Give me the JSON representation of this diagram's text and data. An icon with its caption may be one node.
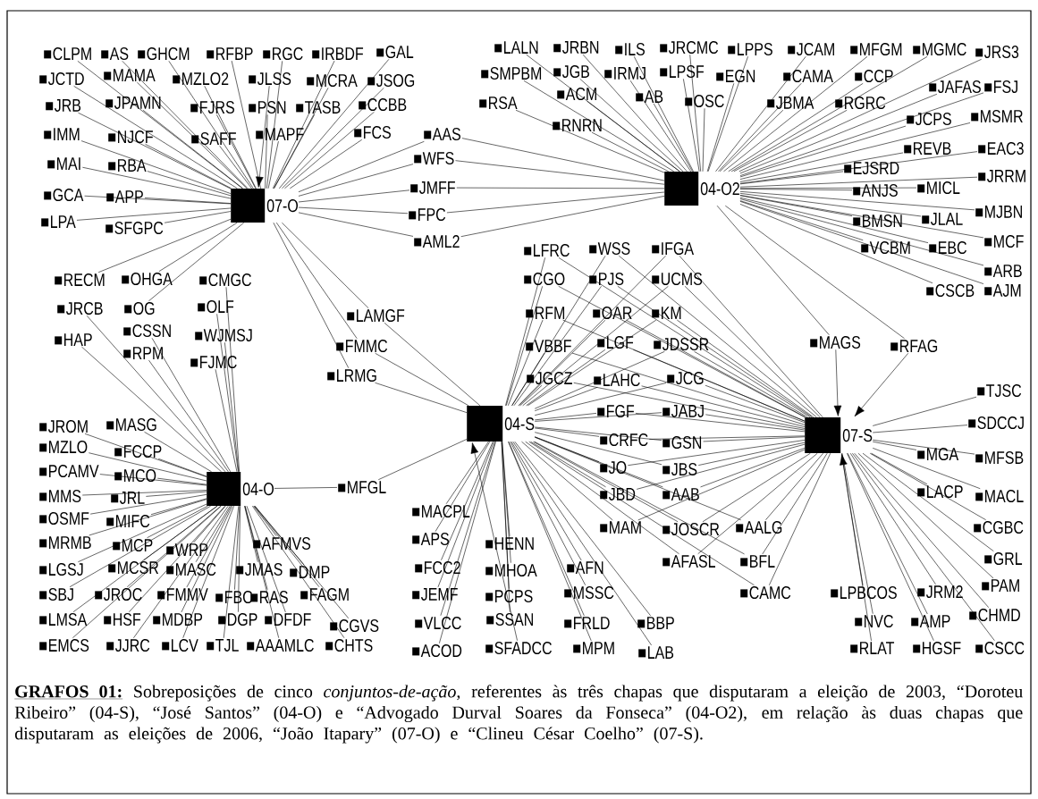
{
  "diagram": {
    "title": "GRAFOS 01:",
    "caption": "Sobreposições de cinco *conjuntos-de-ação*, referentes às três chapas que disputaram a eleição de 2003, “Doroteu Ribeiro” (04-S), “José Santos” (04-O) e “Advogado Durval Soares da Fonseca” (04-O2), em relação às duas chapas que disputaram as eleições de 2006, “João Itapary” (07-O) e “Clineu César Coelho” (07-S).",
    "nodes": [
      {
        "text": [
          "07-O"
        ]
      },
      {
        "text": [
          "04-O2"
        ]
      },
      {
        "text": [
          "04-S"
        ]
      },
      {
        "text": [
          "07-S"
        ]
      },
      {
        "text": [
          "04-O"
        ]
      },
      {
        "text": [
          "CLPM"
        ]
      },
      {
        "text": [
          "AS"
        ]
      },
      {
        "text": [
          "GHCM"
        ]
      },
      {
        "text": [
          "RFBP"
        ]
      },
      {
        "text": [
          "RGC"
        ]
      },
      {
        "text": [
          "IRBDF"
        ]
      },
      {
        "text": [
          "GAL"
        ]
      },
      {
        "text": [
          "JCTD"
        ]
      },
      {
        "text": [
          "MAMA"
        ]
      },
      {
        "text": [
          "MZLO2"
        ]
      },
      {
        "text": [
          "JLSS"
        ]
      },
      {
        "text": [
          "MCRA"
        ]
      },
      {
        "text": [
          "JSOG"
        ]
      },
      {
        "text": [
          "JRB"
        ]
      },
      {
        "text": [
          "JPAMN"
        ]
      },
      {
        "text": [
          "FJRS"
        ]
      },
      {
        "text": [
          "PSN"
        ]
      },
      {
        "text": [
          "TASB"
        ]
      },
      {
        "text": [
          "CCBB"
        ]
      },
      {
        "text": [
          "IMM"
        ]
      },
      {
        "text": [
          "NJCF"
        ]
      },
      {
        "text": [
          "SAFF"
        ]
      },
      {
        "text": [
          "MAPF"
        ]
      },
      {
        "text": [
          "FCS"
        ]
      },
      {
        "text": [
          "MAI"
        ]
      },
      {
        "text": [
          "RBA"
        ]
      },
      {
        "text": [
          "GCA"
        ]
      },
      {
        "text": [
          "APP"
        ]
      },
      {
        "text": [
          "LPA"
        ]
      },
      {
        "text": [
          "SFGPC"
        ]
      },
      {
        "text": [
          "AAS"
        ]
      },
      {
        "text": [
          "WFS"
        ]
      },
      {
        "text": [
          "JMFF"
        ]
      },
      {
        "text": [
          "FPC"
        ]
      },
      {
        "text": [
          "AML2"
        ]
      },
      {
        "text": [
          "RECM"
        ]
      },
      {
        "text": [
          "OHGA"
        ]
      },
      {
        "text": [
          "CMGC"
        ]
      },
      {
        "text": [
          "JRCB"
        ]
      },
      {
        "text": [
          "OG"
        ]
      },
      {
        "text": [
          "OLF"
        ]
      },
      {
        "text": [
          "LAMGF"
        ]
      },
      {
        "text": [
          "CSSN"
        ]
      },
      {
        "text": [
          "WJMSJ"
        ]
      },
      {
        "text": [
          "HAP"
        ]
      },
      {
        "text": [
          "RPM"
        ]
      },
      {
        "text": [
          "FMMC"
        ]
      },
      {
        "text": [
          "FJMC"
        ]
      },
      {
        "text": [
          "LRMG"
        ]
      },
      {
        "text": [
          "LALN"
        ]
      },
      {
        "text": [
          "JRBN"
        ]
      },
      {
        "text": [
          "ILS"
        ]
      },
      {
        "text": [
          "JRCMC"
        ]
      },
      {
        "text": [
          "LPPS"
        ]
      },
      {
        "text": [
          "JCAM"
        ]
      },
      {
        "text": [
          "MFGM"
        ]
      },
      {
        "text": [
          "MGMC"
        ]
      },
      {
        "text": [
          "JRS3"
        ]
      },
      {
        "text": [
          "SMPBM"
        ]
      },
      {
        "text": [
          "JGB"
        ]
      },
      {
        "text": [
          "IRMJ"
        ]
      },
      {
        "text": [
          "LPSF"
        ]
      },
      {
        "text": [
          "EGN"
        ]
      },
      {
        "text": [
          "CAMA"
        ]
      },
      {
        "text": [
          "CCP"
        ]
      },
      {
        "text": [
          "JAFAS"
        ]
      },
      {
        "text": [
          "FSJ"
        ]
      },
      {
        "text": [
          "RSA"
        ]
      },
      {
        "text": [
          "ACM"
        ]
      },
      {
        "text": [
          "AB"
        ]
      },
      {
        "text": [
          "OSC"
        ]
      },
      {
        "text": [
          "JBMA"
        ]
      },
      {
        "text": [
          "RGRC"
        ]
      },
      {
        "text": [
          "RNRN"
        ]
      },
      {
        "text": [
          "JCPS"
        ]
      },
      {
        "text": [
          "MSMR"
        ]
      },
      {
        "text": [
          "REVB"
        ]
      },
      {
        "text": [
          "EAC3"
        ]
      },
      {
        "text": [
          "EJSRD"
        ]
      },
      {
        "text": [
          "JRRM"
        ]
      },
      {
        "text": [
          "ANJS"
        ]
      },
      {
        "text": [
          "MICL"
        ]
      },
      {
        "text": [
          "BMSN"
        ]
      },
      {
        "text": [
          "JLAL"
        ]
      },
      {
        "text": [
          "MJBN"
        ]
      },
      {
        "text": [
          "MCF"
        ]
      },
      {
        "text": [
          "VCBM"
        ]
      },
      {
        "text": [
          "EBC"
        ]
      },
      {
        "text": [
          "ARB"
        ]
      },
      {
        "text": [
          "CSCB"
        ]
      },
      {
        "text": [
          "AJM"
        ]
      },
      {
        "text": [
          "MAGS"
        ]
      },
      {
        "text": [
          "RFAG"
        ]
      },
      {
        "text": [
          "LFRC"
        ]
      },
      {
        "text": [
          "WSS"
        ]
      },
      {
        "text": [
          "IFGA"
        ]
      },
      {
        "text": [
          "CGO"
        ]
      },
      {
        "text": [
          "PJS"
        ]
      },
      {
        "text": [
          "UCMS"
        ]
      },
      {
        "text": [
          "RFM"
        ]
      },
      {
        "text": [
          "OAR"
        ]
      },
      {
        "text": [
          "KM"
        ]
      },
      {
        "text": [
          "VBBF"
        ]
      },
      {
        "text": [
          "LGF"
        ]
      },
      {
        "text": [
          "JDSSR"
        ]
      },
      {
        "text": [
          "JGCZ"
        ]
      },
      {
        "text": [
          "LAHC"
        ]
      },
      {
        "text": [
          "JCG"
        ]
      },
      {
        "text": [
          "FGF"
        ]
      },
      {
        "text": [
          "JABJ"
        ]
      },
      {
        "text": [
          "CRFC"
        ]
      },
      {
        "text": [
          "GSN"
        ]
      },
      {
        "text": [
          "JO"
        ]
      },
      {
        "text": [
          "JBS"
        ]
      },
      {
        "text": [
          "JBD"
        ]
      },
      {
        "text": [
          "AAB"
        ]
      },
      {
        "text": [
          "MAM"
        ]
      },
      {
        "text": [
          "JOSCR"
        ]
      },
      {
        "text": [
          "AALG"
        ]
      },
      {
        "text": [
          "AFASL"
        ]
      },
      {
        "text": [
          "BFL"
        ]
      },
      {
        "text": [
          "CAMC"
        ]
      },
      {
        "text": [
          "MACPL"
        ]
      },
      {
        "text": [
          "APS"
        ]
      },
      {
        "text": [
          "FCC2"
        ]
      },
      {
        "text": [
          "JEMF"
        ]
      },
      {
        "text": [
          "VLCC"
        ]
      },
      {
        "text": [
          "ACOD"
        ]
      },
      {
        "text": [
          "HENN"
        ]
      },
      {
        "text": [
          "MHOA"
        ]
      },
      {
        "text": [
          "PCPS"
        ]
      },
      {
        "text": [
          "SSAN"
        ]
      },
      {
        "text": [
          "SFADCC"
        ]
      },
      {
        "text": [
          "AFN"
        ]
      },
      {
        "text": [
          "MSSC"
        ]
      },
      {
        "text": [
          "FRLD"
        ]
      },
      {
        "text": [
          "MPM"
        ]
      },
      {
        "text": [
          "BBP"
        ]
      },
      {
        "text": [
          "LAB"
        ]
      },
      {
        "text": [
          "TJSC"
        ]
      },
      {
        "text": [
          "SDCCJ"
        ]
      },
      {
        "text": [
          "MGA"
        ]
      },
      {
        "text": [
          "MFSB"
        ]
      },
      {
        "text": [
          "LACP"
        ]
      },
      {
        "text": [
          "MACL"
        ]
      },
      {
        "text": [
          "CGBC"
        ]
      },
      {
        "text": [
          "GRL"
        ]
      },
      {
        "text": [
          "PAM"
        ]
      },
      {
        "text": [
          "LPBCOS"
        ]
      },
      {
        "text": [
          "JRM2"
        ]
      },
      {
        "text": [
          "CHMD"
        ]
      },
      {
        "text": [
          "NVC"
        ]
      },
      {
        "text": [
          "AMP"
        ]
      },
      {
        "text": [
          "RLAT"
        ]
      },
      {
        "text": [
          "HGSF"
        ]
      },
      {
        "text": [
          "CSCC"
        ]
      },
      {
        "text": [
          "MFGL"
        ]
      },
      {
        "text": [
          "JROM"
        ]
      },
      {
        "text": [
          "MASG"
        ]
      },
      {
        "text": [
          "MZLO"
        ]
      },
      {
        "text": [
          "FCCP"
        ]
      },
      {
        "text": [
          "PCAMV"
        ]
      },
      {
        "text": [
          "MCO"
        ]
      },
      {
        "text": [
          "MMS"
        ]
      },
      {
        "text": [
          "JRL"
        ]
      },
      {
        "text": [
          "OSMF"
        ]
      },
      {
        "text": [
          "MIFC"
        ]
      },
      {
        "text": [
          "MRMB"
        ]
      },
      {
        "text": [
          "MCP"
        ]
      },
      {
        "text": [
          "WRP"
        ]
      },
      {
        "text": [
          "AFMVS"
        ]
      },
      {
        "text": [
          "LGSJ"
        ]
      },
      {
        "text": [
          "MCSR"
        ]
      },
      {
        "text": [
          "MASC"
        ]
      },
      {
        "text": [
          "JMAS"
        ]
      },
      {
        "text": [
          "DMP"
        ]
      },
      {
        "text": [
          "SBJ"
        ]
      },
      {
        "text": [
          "JROC"
        ]
      },
      {
        "text": [
          "FMMV"
        ]
      },
      {
        "text": [
          "FBC"
        ]
      },
      {
        "text": [
          "RAS"
        ]
      },
      {
        "text": [
          "FAGM"
        ]
      },
      {
        "text": [
          "LMSA"
        ]
      },
      {
        "text": [
          "HSF"
        ]
      },
      {
        "text": [
          "MDBP"
        ]
      },
      {
        "text": [
          "DGP"
        ]
      },
      {
        "text": [
          "DFDF"
        ]
      },
      {
        "text": [
          "CGVS"
        ]
      },
      {
        "text": [
          "EMCS"
        ]
      },
      {
        "text": [
          "JJRC"
        ]
      },
      {
        "text": [
          "LCV"
        ]
      },
      {
        "text": [
          "TJL"
        ]
      },
      {
        "text": [
          "AAAMLC"
        ]
      },
      {
        "text": [
          "CHTS"
        ]
      }
    ],
    "edges": [
      {
        "from": 5,
        "to": 0,
        "arrow": "none"
      },
      {
        "from": 6,
        "to": 0,
        "arrow": "none"
      },
      {
        "from": 7,
        "to": 0,
        "arrow": "none"
      },
      {
        "from": 8,
        "to": 0,
        "arrow": "none"
      },
      {
        "from": 9,
        "to": 0,
        "arrow": "none"
      },
      {
        "from": 10,
        "to": 0,
        "arrow": "none"
      },
      {
        "from": 11,
        "to": 0,
        "arrow": "none"
      },
      {
        "from": 12,
        "to": 0,
        "arrow": "none"
      },
      {
        "from": 13,
        "to": 0,
        "arrow": "none"
      },
      {
        "from": 14,
        "to": 0,
        "arrow": "none"
      },
      {
        "from": 15,
        "to": 0,
        "arrow": "to"
      },
      {
        "from": 16,
        "to": 0,
        "arrow": "none"
      },
      {
        "from": 17,
        "to": 0,
        "arrow": "none"
      },
      {
        "from": 18,
        "to": 0,
        "arrow": "none"
      },
      {
        "from": 19,
        "to": 0,
        "arrow": "none"
      },
      {
        "from": 20,
        "to": 0,
        "arrow": "none"
      },
      {
        "from": 21,
        "to": 0,
        "arrow": "none"
      },
      {
        "from": 22,
        "to": 0,
        "arrow": "none"
      },
      {
        "from": 23,
        "to": 0,
        "arrow": "none"
      },
      {
        "from": 24,
        "to": 0,
        "arrow": "none"
      },
      {
        "from": 25,
        "to": 0,
        "arrow": "none"
      },
      {
        "from": 26,
        "to": 0,
        "arrow": "none"
      },
      {
        "from": 27,
        "to": 0,
        "arrow": "none"
      },
      {
        "from": 28,
        "to": 0,
        "arrow": "none"
      },
      {
        "from": 29,
        "to": 0,
        "arrow": "none"
      },
      {
        "from": 30,
        "to": 0,
        "arrow": "none"
      },
      {
        "from": 31,
        "to": 0,
        "arrow": "none"
      },
      {
        "from": 32,
        "to": 0,
        "arrow": "none"
      },
      {
        "from": 33,
        "to": 0,
        "arrow": "none"
      },
      {
        "from": 34,
        "to": 0,
        "arrow": "none"
      },
      {
        "from": 35,
        "to": 0,
        "arrow": "none"
      },
      {
        "from": 36,
        "to": 0,
        "arrow": "none"
      },
      {
        "from": 37,
        "to": 0,
        "arrow": "none"
      },
      {
        "from": 38,
        "to": 0,
        "arrow": "none"
      },
      {
        "from": 39,
        "to": 0,
        "arrow": "none"
      },
      {
        "from": 35,
        "to": 1,
        "arrow": "none"
      },
      {
        "from": 36,
        "to": 1,
        "arrow": "none"
      },
      {
        "from": 37,
        "to": 1,
        "arrow": "none"
      },
      {
        "from": 38,
        "to": 1,
        "arrow": "none"
      },
      {
        "from": 39,
        "to": 1,
        "arrow": "none"
      },
      {
        "from": 40,
        "to": 0,
        "arrow": "none"
      },
      {
        "from": 41,
        "to": 0,
        "arrow": "none"
      },
      {
        "from": 44,
        "to": 0,
        "arrow": "none"
      },
      {
        "from": 46,
        "to": 0,
        "arrow": "none"
      },
      {
        "from": 51,
        "to": 0,
        "arrow": "none"
      },
      {
        "from": 53,
        "to": 0,
        "arrow": "none"
      },
      {
        "from": 46,
        "to": 2,
        "arrow": "none"
      },
      {
        "from": 51,
        "to": 2,
        "arrow": "none"
      },
      {
        "from": 53,
        "to": 2,
        "arrow": "none"
      },
      {
        "from": 42,
        "to": 4,
        "arrow": "none"
      },
      {
        "from": 43,
        "to": 4,
        "arrow": "none"
      },
      {
        "from": 45,
        "to": 4,
        "arrow": "none"
      },
      {
        "from": 47,
        "to": 4,
        "arrow": "none"
      },
      {
        "from": 48,
        "to": 4,
        "arrow": "none"
      },
      {
        "from": 49,
        "to": 4,
        "arrow": "none"
      },
      {
        "from": 50,
        "to": 4,
        "arrow": "none"
      },
      {
        "from": 52,
        "to": 4,
        "arrow": "none"
      },
      {
        "from": 54,
        "to": 1,
        "arrow": "none"
      },
      {
        "from": 55,
        "to": 1,
        "arrow": "none"
      },
      {
        "from": 56,
        "to": 1,
        "arrow": "none"
      },
      {
        "from": 57,
        "to": 1,
        "arrow": "none"
      },
      {
        "from": 58,
        "to": 1,
        "arrow": "none"
      },
      {
        "from": 59,
        "to": 1,
        "arrow": "none"
      },
      {
        "from": 60,
        "to": 1,
        "arrow": "none"
      },
      {
        "from": 61,
        "to": 1,
        "arrow": "none"
      },
      {
        "from": 62,
        "to": 1,
        "arrow": "none"
      },
      {
        "from": 63,
        "to": 1,
        "arrow": "none"
      },
      {
        "from": 64,
        "to": 1,
        "arrow": "none"
      },
      {
        "from": 65,
        "to": 1,
        "arrow": "none"
      },
      {
        "from": 66,
        "to": 1,
        "arrow": "none"
      },
      {
        "from": 67,
        "to": 1,
        "arrow": "none"
      },
      {
        "from": 68,
        "to": 1,
        "arrow": "none"
      },
      {
        "from": 69,
        "to": 1,
        "arrow": "none"
      },
      {
        "from": 70,
        "to": 1,
        "arrow": "none"
      },
      {
        "from": 71,
        "to": 1,
        "arrow": "none"
      },
      {
        "from": 72,
        "to": 1,
        "arrow": "none"
      },
      {
        "from": 73,
        "to": 1,
        "arrow": "none"
      },
      {
        "from": 74,
        "to": 1,
        "arrow": "none"
      },
      {
        "from": 75,
        "to": 1,
        "arrow": "none"
      },
      {
        "from": 76,
        "to": 1,
        "arrow": "none"
      },
      {
        "from": 77,
        "to": 1,
        "arrow": "none"
      },
      {
        "from": 78,
        "to": 1,
        "arrow": "none"
      },
      {
        "from": 79,
        "to": 1,
        "arrow": "none"
      },
      {
        "from": 80,
        "to": 1,
        "arrow": "none"
      },
      {
        "from": 81,
        "to": 1,
        "arrow": "none"
      },
      {
        "from": 82,
        "to": 1,
        "arrow": "none"
      },
      {
        "from": 83,
        "to": 1,
        "arrow": "none"
      },
      {
        "from": 84,
        "to": 1,
        "arrow": "none"
      },
      {
        "from": 85,
        "to": 1,
        "arrow": "none"
      },
      {
        "from": 86,
        "to": 1,
        "arrow": "none"
      },
      {
        "from": 87,
        "to": 1,
        "arrow": "none"
      },
      {
        "from": 88,
        "to": 1,
        "arrow": "none"
      },
      {
        "from": 89,
        "to": 1,
        "arrow": "none"
      },
      {
        "from": 90,
        "to": 1,
        "arrow": "none"
      },
      {
        "from": 91,
        "to": 1,
        "arrow": "none"
      },
      {
        "from": 92,
        "to": 1,
        "arrow": "none"
      },
      {
        "from": 93,
        "to": 1,
        "arrow": "none"
      },
      {
        "from": 94,
        "to": 1,
        "arrow": "none"
      },
      {
        "from": 95,
        "to": 1,
        "arrow": "none"
      },
      {
        "from": 96,
        "to": 1,
        "arrow": "none"
      },
      {
        "from": 97,
        "to": 1,
        "arrow": "none"
      },
      {
        "from": 96,
        "to": 3,
        "arrow": "to"
      },
      {
        "from": 97,
        "to": 3,
        "arrow": "to"
      },
      {
        "from": 98,
        "to": 2,
        "arrow": "none"
      },
      {
        "from": 99,
        "to": 2,
        "arrow": "none"
      },
      {
        "from": 100,
        "to": 2,
        "arrow": "none"
      },
      {
        "from": 101,
        "to": 2,
        "arrow": "none"
      },
      {
        "from": 102,
        "to": 2,
        "arrow": "none"
      },
      {
        "from": 103,
        "to": 2,
        "arrow": "none"
      },
      {
        "from": 104,
        "to": 2,
        "arrow": "none"
      },
      {
        "from": 105,
        "to": 2,
        "arrow": "none"
      },
      {
        "from": 106,
        "to": 2,
        "arrow": "none"
      },
      {
        "from": 107,
        "to": 2,
        "arrow": "none"
      },
      {
        "from": 108,
        "to": 2,
        "arrow": "none"
      },
      {
        "from": 109,
        "to": 2,
        "arrow": "none"
      },
      {
        "from": 110,
        "to": 2,
        "arrow": "none"
      },
      {
        "from": 111,
        "to": 2,
        "arrow": "none"
      },
      {
        "from": 112,
        "to": 2,
        "arrow": "none"
      },
      {
        "from": 113,
        "to": 2,
        "arrow": "none"
      },
      {
        "from": 114,
        "to": 2,
        "arrow": "none"
      },
      {
        "from": 115,
        "to": 2,
        "arrow": "none"
      },
      {
        "from": 116,
        "to": 2,
        "arrow": "none"
      },
      {
        "from": 117,
        "to": 2,
        "arrow": "none"
      },
      {
        "from": 118,
        "to": 2,
        "arrow": "none"
      },
      {
        "from": 119,
        "to": 2,
        "arrow": "none"
      },
      {
        "from": 120,
        "to": 2,
        "arrow": "none"
      },
      {
        "from": 121,
        "to": 2,
        "arrow": "none"
      },
      {
        "from": 122,
        "to": 2,
        "arrow": "none"
      },
      {
        "from": 123,
        "to": 2,
        "arrow": "none"
      },
      {
        "from": 124,
        "to": 2,
        "arrow": "none"
      },
      {
        "from": 125,
        "to": 2,
        "arrow": "none"
      },
      {
        "from": 126,
        "to": 2,
        "arrow": "none"
      },
      {
        "from": 98,
        "to": 3,
        "arrow": "none"
      },
      {
        "from": 99,
        "to": 3,
        "arrow": "none"
      },
      {
        "from": 100,
        "to": 3,
        "arrow": "none"
      },
      {
        "from": 101,
        "to": 3,
        "arrow": "none"
      },
      {
        "from": 102,
        "to": 3,
        "arrow": "none"
      },
      {
        "from": 103,
        "to": 3,
        "arrow": "none"
      },
      {
        "from": 104,
        "to": 3,
        "arrow": "none"
      },
      {
        "from": 105,
        "to": 3,
        "arrow": "none"
      },
      {
        "from": 106,
        "to": 3,
        "arrow": "none"
      },
      {
        "from": 107,
        "to": 3,
        "arrow": "none"
      },
      {
        "from": 108,
        "to": 3,
        "arrow": "none"
      },
      {
        "from": 109,
        "to": 3,
        "arrow": "none"
      },
      {
        "from": 110,
        "to": 3,
        "arrow": "none"
      },
      {
        "from": 111,
        "to": 3,
        "arrow": "none"
      },
      {
        "from": 112,
        "to": 3,
        "arrow": "none"
      },
      {
        "from": 113,
        "to": 3,
        "arrow": "none"
      },
      {
        "from": 114,
        "to": 3,
        "arrow": "none"
      },
      {
        "from": 115,
        "to": 3,
        "arrow": "none"
      },
      {
        "from": 116,
        "to": 3,
        "arrow": "none"
      },
      {
        "from": 117,
        "to": 3,
        "arrow": "none"
      },
      {
        "from": 118,
        "to": 3,
        "arrow": "none"
      },
      {
        "from": 119,
        "to": 3,
        "arrow": "none"
      },
      {
        "from": 120,
        "to": 3,
        "arrow": "none"
      },
      {
        "from": 121,
        "to": 3,
        "arrow": "none"
      },
      {
        "from": 122,
        "to": 3,
        "arrow": "none"
      },
      {
        "from": 123,
        "to": 3,
        "arrow": "none"
      },
      {
        "from": 124,
        "to": 3,
        "arrow": "none"
      },
      {
        "from": 125,
        "to": 3,
        "arrow": "none"
      },
      {
        "from": 126,
        "to": 3,
        "arrow": "none"
      },
      {
        "from": 127,
        "to": 2,
        "arrow": "none"
      },
      {
        "from": 128,
        "to": 2,
        "arrow": "none"
      },
      {
        "from": 129,
        "to": 2,
        "arrow": "none"
      },
      {
        "from": 130,
        "to": 2,
        "arrow": "none"
      },
      {
        "from": 131,
        "to": 2,
        "arrow": "none"
      },
      {
        "from": 132,
        "to": 2,
        "arrow": "none"
      },
      {
        "from": 133,
        "to": 2,
        "arrow": "none"
      },
      {
        "from": 134,
        "to": 2,
        "arrow": "none"
      },
      {
        "from": 135,
        "to": 2,
        "arrow": "none"
      },
      {
        "from": 136,
        "to": 2,
        "arrow": "none"
      },
      {
        "from": 137,
        "to": 2,
        "arrow": "to"
      },
      {
        "from": 138,
        "to": 2,
        "arrow": "none"
      },
      {
        "from": 139,
        "to": 2,
        "arrow": "none"
      },
      {
        "from": 140,
        "to": 2,
        "arrow": "none"
      },
      {
        "from": 141,
        "to": 2,
        "arrow": "none"
      },
      {
        "from": 142,
        "to": 2,
        "arrow": "none"
      },
      {
        "from": 143,
        "to": 2,
        "arrow": "none"
      },
      {
        "from": 144,
        "to": 3,
        "arrow": "none"
      },
      {
        "from": 145,
        "to": 3,
        "arrow": "none"
      },
      {
        "from": 146,
        "to": 3,
        "arrow": "none"
      },
      {
        "from": 147,
        "to": 3,
        "arrow": "none"
      },
      {
        "from": 148,
        "to": 3,
        "arrow": "none"
      },
      {
        "from": 149,
        "to": 3,
        "arrow": "none"
      },
      {
        "from": 150,
        "to": 3,
        "arrow": "none"
      },
      {
        "from": 151,
        "to": 3,
        "arrow": "none"
      },
      {
        "from": 152,
        "to": 3,
        "arrow": "none"
      },
      {
        "from": 153,
        "to": 3,
        "arrow": "to"
      },
      {
        "from": 154,
        "to": 3,
        "arrow": "none"
      },
      {
        "from": 155,
        "to": 3,
        "arrow": "none"
      },
      {
        "from": 156,
        "to": 3,
        "arrow": "none"
      },
      {
        "from": 157,
        "to": 3,
        "arrow": "none"
      },
      {
        "from": 158,
        "to": 3,
        "arrow": "none"
      },
      {
        "from": 159,
        "to": 3,
        "arrow": "none"
      },
      {
        "from": 160,
        "to": 3,
        "arrow": "none"
      },
      {
        "from": 161,
        "to": 4,
        "arrow": "none"
      },
      {
        "from": 161,
        "to": 2,
        "arrow": "none"
      },
      {
        "from": 162,
        "to": 4,
        "arrow": "none"
      },
      {
        "from": 163,
        "to": 4,
        "arrow": "none"
      },
      {
        "from": 164,
        "to": 4,
        "arrow": "none"
      },
      {
        "from": 165,
        "to": 4,
        "arrow": "none"
      },
      {
        "from": 166,
        "to": 4,
        "arrow": "none"
      },
      {
        "from": 167,
        "to": 4,
        "arrow": "none"
      },
      {
        "from": 168,
        "to": 4,
        "arrow": "none"
      },
      {
        "from": 169,
        "to": 4,
        "arrow": "none"
      },
      {
        "from": 170,
        "to": 4,
        "arrow": "none"
      },
      {
        "from": 171,
        "to": 4,
        "arrow": "none"
      },
      {
        "from": 172,
        "to": 4,
        "arrow": "none"
      },
      {
        "from": 173,
        "to": 4,
        "arrow": "none"
      },
      {
        "from": 174,
        "to": 4,
        "arrow": "none"
      },
      {
        "from": 175,
        "to": 4,
        "arrow": "none"
      },
      {
        "from": 176,
        "to": 4,
        "arrow": "none"
      },
      {
        "from": 177,
        "to": 4,
        "arrow": "none"
      },
      {
        "from": 178,
        "to": 4,
        "arrow": "none"
      },
      {
        "from": 179,
        "to": 4,
        "arrow": "none"
      },
      {
        "from": 180,
        "to": 4,
        "arrow": "none"
      },
      {
        "from": 181,
        "to": 4,
        "arrow": "none"
      },
      {
        "from": 182,
        "to": 4,
        "arrow": "none"
      },
      {
        "from": 183,
        "to": 4,
        "arrow": "none"
      },
      {
        "from": 184,
        "to": 4,
        "arrow": "none"
      },
      {
        "from": 185,
        "to": 4,
        "arrow": "none"
      },
      {
        "from": 186,
        "to": 4,
        "arrow": "none"
      },
      {
        "from": 187,
        "to": 4,
        "arrow": "none"
      },
      {
        "from": 188,
        "to": 4,
        "arrow": "none"
      },
      {
        "from": 189,
        "to": 4,
        "arrow": "none"
      },
      {
        "from": 190,
        "to": 4,
        "arrow": "none"
      },
      {
        "from": 191,
        "to": 4,
        "arrow": "none"
      },
      {
        "from": 192,
        "to": 4,
        "arrow": "none"
      },
      {
        "from": 193,
        "to": 4,
        "arrow": "none"
      },
      {
        "from": 194,
        "to": 4,
        "arrow": "none"
      },
      {
        "from": 195,
        "to": 4,
        "arrow": "none"
      },
      {
        "from": 196,
        "to": 4,
        "arrow": "none"
      },
      {
        "from": 197,
        "to": 4,
        "arrow": "none"
      },
      {
        "from": 198,
        "to": 4,
        "arrow": "none"
      }
    ]
  }
}
